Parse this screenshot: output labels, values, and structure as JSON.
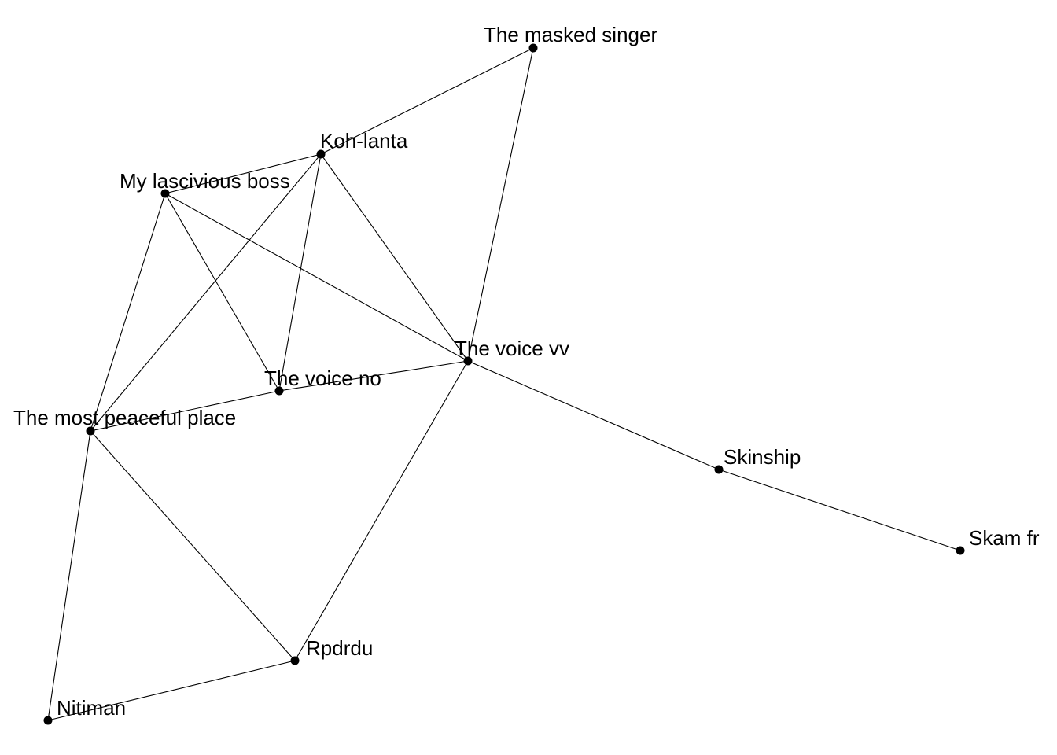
{
  "graph": {
    "nodes": [
      {
        "id": "masked",
        "label": "The masked singer"
      },
      {
        "id": "koh",
        "label": "Koh-lanta"
      },
      {
        "id": "boss",
        "label": "My lascivious boss"
      },
      {
        "id": "voicevv",
        "label": "The voice vv"
      },
      {
        "id": "voiceno",
        "label": "The voice no"
      },
      {
        "id": "peaceful",
        "label": "The most peaceful place"
      },
      {
        "id": "skinship",
        "label": "Skinship"
      },
      {
        "id": "skam",
        "label": "Skam fr"
      },
      {
        "id": "rpdrdu",
        "label": "Rpdrdu"
      },
      {
        "id": "nitiman",
        "label": "Nitiman"
      }
    ],
    "edges": [
      [
        "masked",
        "koh"
      ],
      [
        "masked",
        "voicevv"
      ],
      [
        "koh",
        "boss"
      ],
      [
        "koh",
        "voicevv"
      ],
      [
        "koh",
        "voiceno"
      ],
      [
        "koh",
        "peaceful"
      ],
      [
        "boss",
        "voicevv"
      ],
      [
        "boss",
        "voiceno"
      ],
      [
        "boss",
        "peaceful"
      ],
      [
        "voicevv",
        "voiceno"
      ],
      [
        "voicevv",
        "skinship"
      ],
      [
        "voicevv",
        "rpdrdu"
      ],
      [
        "voiceno",
        "peaceful"
      ],
      [
        "peaceful",
        "rpdrdu"
      ],
      [
        "peaceful",
        "nitiman"
      ],
      [
        "skinship",
        "skam"
      ],
      [
        "rpdrdu",
        "nitiman"
      ]
    ]
  }
}
